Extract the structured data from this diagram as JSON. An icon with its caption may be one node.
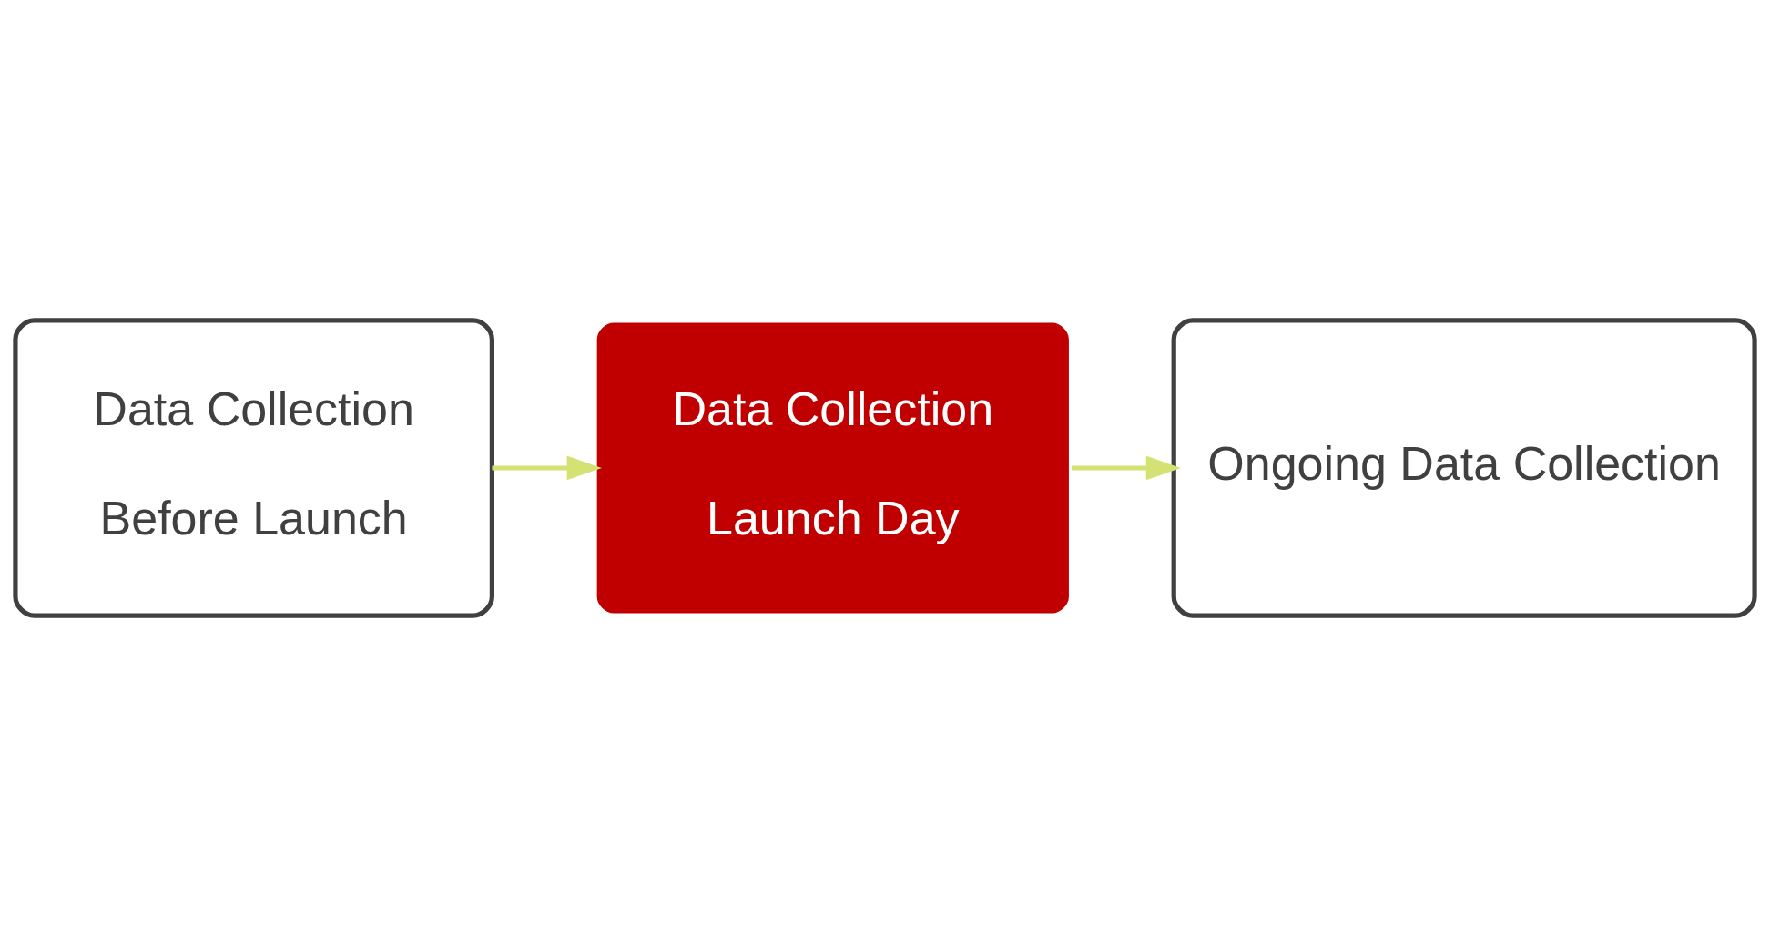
{
  "diagram": {
    "nodes": [
      {
        "text": [
          "Data Collection",
          "Before Launch"
        ]
      },
      {
        "text": [
          "Data Collection",
          "Launch Day"
        ]
      },
      {
        "text": [
          "Ongoing Data Collection"
        ]
      }
    ],
    "edges": [
      {
        "from": 0,
        "to": 1,
        "arrow": "to",
        "color": "#d4e274"
      },
      {
        "from": 1,
        "to": 2,
        "arrow": "to",
        "color": "#d4e274"
      }
    ]
  }
}
